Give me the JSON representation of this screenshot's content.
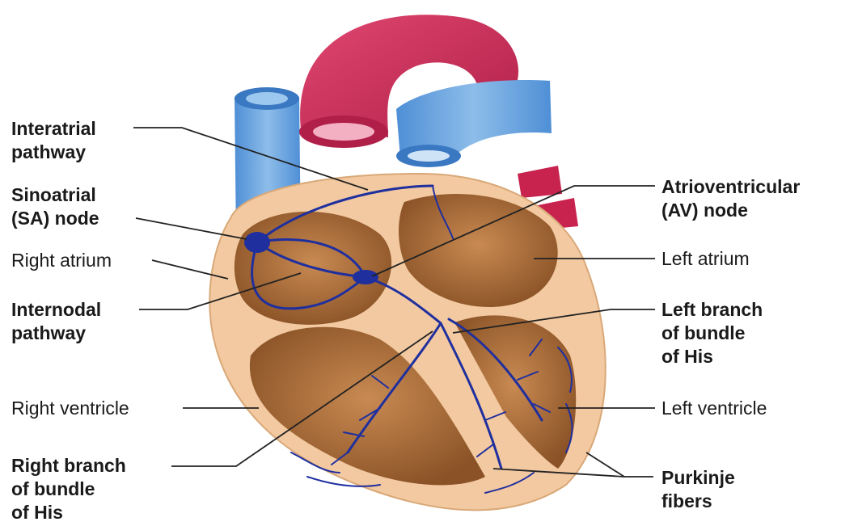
{
  "labels": {
    "interatrial_pathway": [
      "Interatrial",
      "pathway"
    ],
    "sa_node": [
      "Sinoatrial",
      "(SA) node"
    ],
    "right_atrium": "Right atrium",
    "internodal_pathway": [
      "Internodal",
      "pathway"
    ],
    "right_ventricle": "Right ventricle",
    "right_branch": [
      "Right branch",
      "of bundle",
      "of His"
    ],
    "av_node": [
      "Atrioventricular",
      "(AV) node"
    ],
    "left_atrium": "Left atrium",
    "left_branch": [
      "Left branch",
      "of bundle",
      "of His"
    ],
    "left_ventricle": "Left ventricle",
    "purkinje": [
      "Purkinje",
      "fibers"
    ]
  },
  "colors": {
    "aorta": "#cc2e5a",
    "vessel_blue": "#6fa6dd",
    "myocardium": "#f2c9a0",
    "chamber": "#a8693a",
    "conduction": "#1f2f9e",
    "leader": "#222222"
  }
}
